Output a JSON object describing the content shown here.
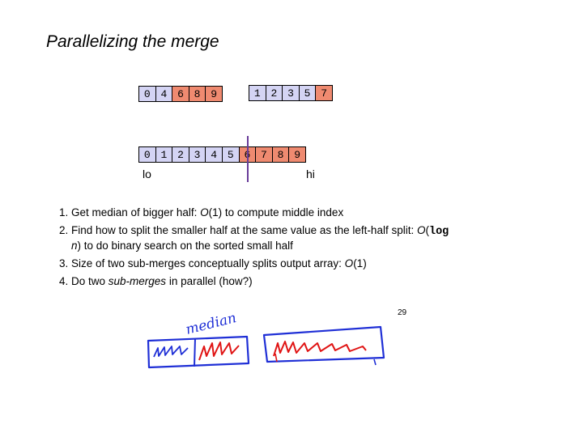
{
  "slide": {
    "title": "Parallelizing the merge",
    "page_number": "29"
  },
  "arrays": {
    "left_half": [
      {
        "v": "0",
        "c": "blue"
      },
      {
        "v": "4",
        "c": "blue"
      },
      {
        "v": "6",
        "c": "red"
      },
      {
        "v": "8",
        "c": "red"
      },
      {
        "v": "9",
        "c": "red"
      }
    ],
    "right_half": [
      {
        "v": "1",
        "c": "blue"
      },
      {
        "v": "2",
        "c": "blue"
      },
      {
        "v": "3",
        "c": "blue"
      },
      {
        "v": "5",
        "c": "blue"
      },
      {
        "v": "7",
        "c": "red"
      }
    ],
    "output": [
      {
        "v": "0",
        "c": "blue"
      },
      {
        "v": "1",
        "c": "blue"
      },
      {
        "v": "2",
        "c": "blue"
      },
      {
        "v": "3",
        "c": "blue"
      },
      {
        "v": "4",
        "c": "blue"
      },
      {
        "v": "5",
        "c": "blue"
      },
      {
        "v": "6",
        "c": "red"
      },
      {
        "v": "7",
        "c": "red"
      },
      {
        "v": "8",
        "c": "red"
      },
      {
        "v": "9",
        "c": "red"
      }
    ],
    "lo_label": "lo",
    "hi_label": "hi"
  },
  "steps": {
    "s1_a": "Get median of bigger half:  ",
    "s1_b": "O",
    "s1_c": "(1) to compute middle index",
    "s2_a": "Find how to split the smaller half at the same value as the left-half split: ",
    "s2_b": "O",
    "s2_c": "(",
    "s2_d": "log",
    "s2_e": " n",
    "s2_f": ") to do binary search on the sorted small half",
    "s3_a": "Size of two sub-merges conceptually splits output array: ",
    "s3_b": "O",
    "s3_c": "(1)",
    "s4_a": "Do two ",
    "s4_b": "sub-merges",
    "s4_c": " in parallel (how?)"
  },
  "annotation": {
    "median_word": "median"
  },
  "colors": {
    "blue_cell": "#d4d4f4",
    "red_cell": "#ef8a70",
    "divider": "#6a3d9a",
    "ink_blue": "#1f2fd6",
    "ink_red": "#e01414"
  }
}
